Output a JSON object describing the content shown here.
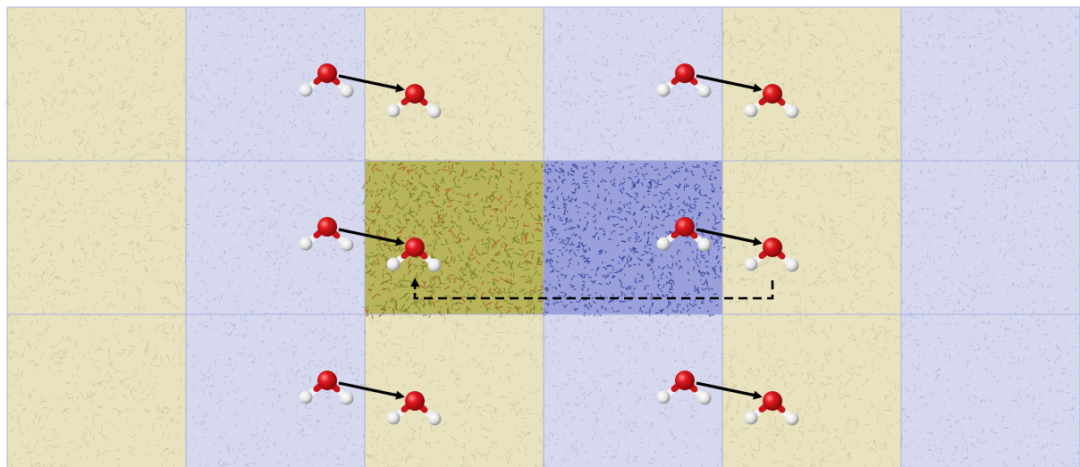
{
  "figure": {
    "grid": {
      "rows": 3,
      "cols": 6,
      "central_replica": {
        "row": 1,
        "cols": [
          2,
          3
        ]
      }
    },
    "colors": {
      "lipid_tint": "#e8e2bf",
      "lipid_fleck": "#9c9a4a",
      "lipid_fleck_red": "#c98c6a",
      "water_tint": "#d6d9ee",
      "water_fleck": "#6b72c4",
      "lipid_central": "#b7b45a",
      "lipid_central_fleck": "#6d7a1e",
      "lipid_central_red": "#b5431f",
      "water_central": "#9aa0da",
      "water_central_fleck": "#262f96",
      "cell_line": "#aab0dc",
      "oxygen": "#d9161b",
      "hydrogen": "#e6e6e6",
      "bond_white": "#f2f2f2",
      "bond_red": "#c7151a",
      "arrow": "#000000"
    },
    "molecule_pairs": [
      {
        "name": "pair-r0-left",
        "row": 0,
        "src_box": 1,
        "dst_box": 2
      },
      {
        "name": "pair-r0-right",
        "row": 0,
        "src_box": 3,
        "dst_box": 4
      },
      {
        "name": "pair-r1-left",
        "row": 1,
        "src_box": 1,
        "dst_box": 2
      },
      {
        "name": "pair-r1-right",
        "row": 1,
        "src_box": 3,
        "dst_box": 4
      },
      {
        "name": "pair-r2-left",
        "row": 2,
        "src_box": 1,
        "dst_box": 2
      },
      {
        "name": "pair-r2-right",
        "row": 2,
        "src_box": 3,
        "dst_box": 4
      }
    ],
    "wrap_arrow": {
      "style": "dashed",
      "meaning": "periodic-boundary-reentry",
      "from_box": 4,
      "to_box": 2,
      "row": 1
    }
  }
}
